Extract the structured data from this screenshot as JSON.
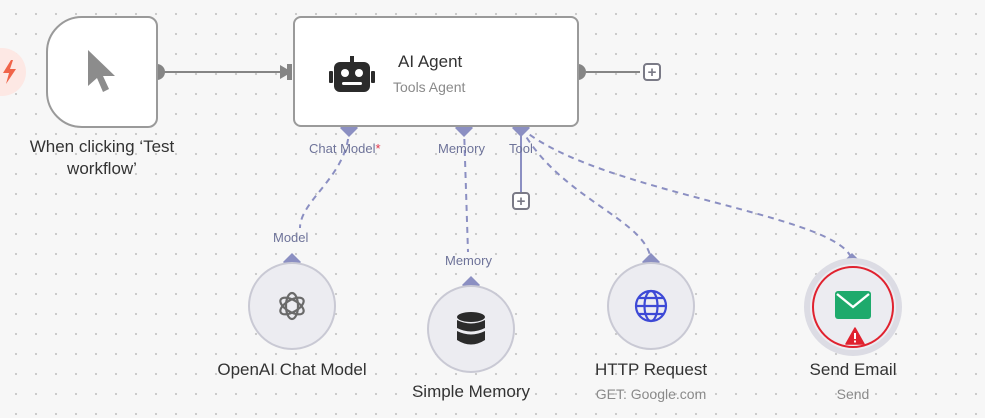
{
  "trigger": {
    "label_line1": "When clicking ‘Test",
    "label_line2": "workflow’",
    "icon": "cursor-icon",
    "badge_icon": "lightning-icon"
  },
  "agent": {
    "title": "AI Agent",
    "subtitle": "Tools Agent",
    "icon": "robot-icon",
    "ports": {
      "chat_model": "Chat Model",
      "chat_model_required": "*",
      "memory": "Memory",
      "tool": "Tool"
    }
  },
  "sub_nodes": [
    {
      "id": "openai",
      "label": "OpenAI Chat Model",
      "subtitle": "",
      "port_label": "Model",
      "icon": "openai-icon"
    },
    {
      "id": "memory",
      "label": "Simple Memory",
      "subtitle": "",
      "port_label": "Memory",
      "icon": "database-icon"
    },
    {
      "id": "http",
      "label": "HTTP Request",
      "subtitle": "GET: Google.com",
      "port_label": "",
      "icon": "globe-icon"
    },
    {
      "id": "email",
      "label": "Send Email",
      "subtitle": "Send",
      "port_label": "",
      "icon": "envelope-icon",
      "warning_icon": "warning-icon"
    }
  ],
  "colors": {
    "connection": "#8b8fc2",
    "main_wire": "#858585",
    "node_border": "#9a9a9a",
    "warning_red": "#e0222f",
    "email_green": "#1eaa6c",
    "globe_blue": "#3d49d6"
  }
}
